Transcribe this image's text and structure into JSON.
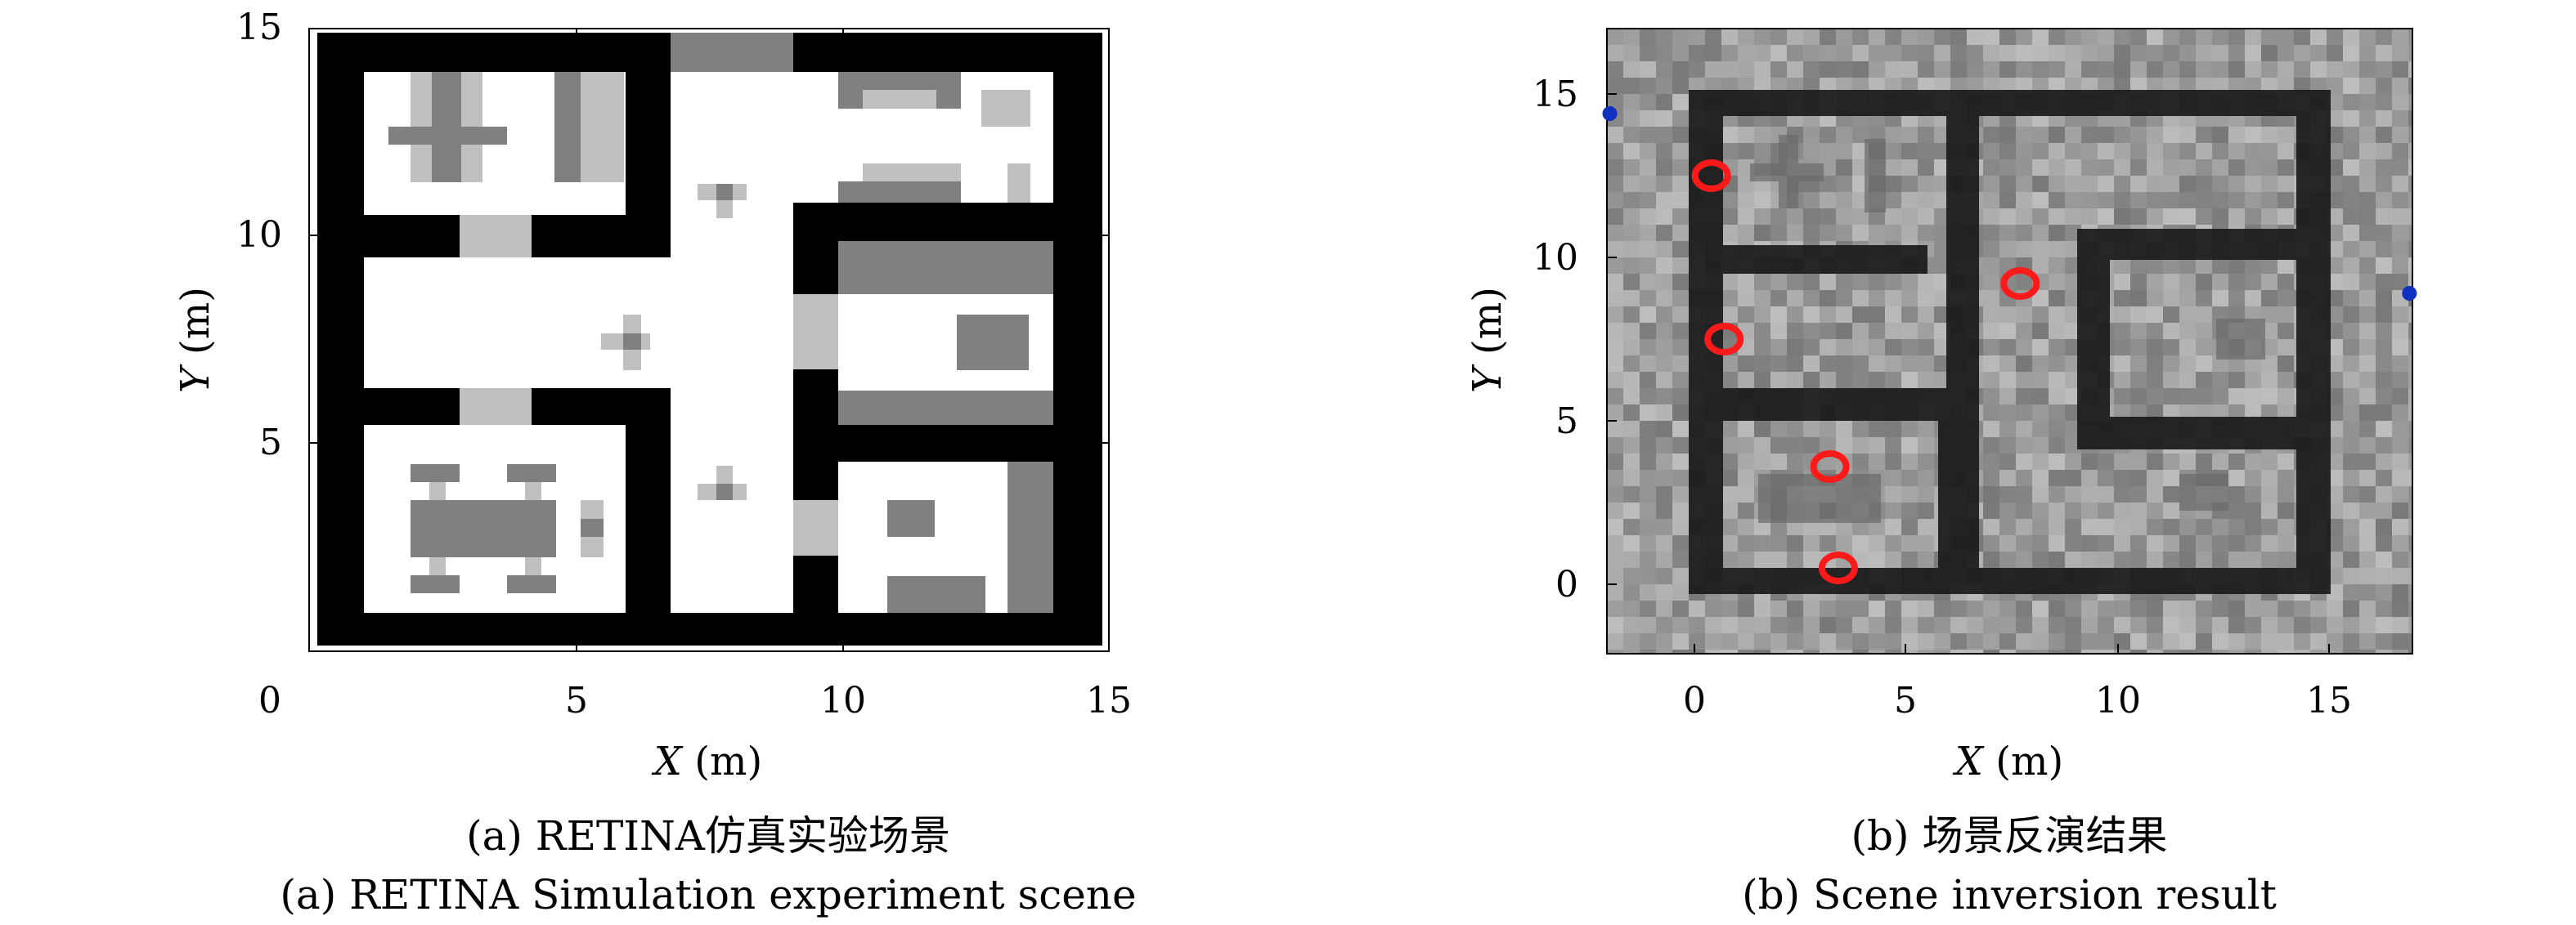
{
  "panel_a": {
    "x_ticks": [
      "0",
      "5",
      "10",
      "15"
    ],
    "y_ticks": [
      "5",
      "10",
      "15"
    ],
    "xlabel_var": "X",
    "xlabel_unit": " (m)",
    "ylabel_var": "Y",
    "ylabel_unit": " (m)",
    "caption_cn": "(a) RETINA仿真实验场景",
    "caption_en": "(a) RETINA Simulation experiment scene"
  },
  "panel_b": {
    "x_ticks": [
      "0",
      "5",
      "10",
      "15"
    ],
    "y_ticks": [
      "0",
      "5",
      "10",
      "15"
    ],
    "xlabel_var": "X",
    "xlabel_unit": " (m)",
    "ylabel_var": "Y",
    "ylabel_unit": " (m)",
    "caption_cn": "(b) 场景反演结果",
    "caption_en": "(b) Scene inversion result",
    "markers": [
      {
        "x": 0.4,
        "y": 12.5
      },
      {
        "x": 0.7,
        "y": 7.5
      },
      {
        "x": 3.2,
        "y": 3.6
      },
      {
        "x": 3.4,
        "y": 0.5
      },
      {
        "x": 7.7,
        "y": 9.2
      }
    ],
    "sensor_points": [
      {
        "x": -2.0,
        "y": 14.4
      },
      {
        "x": 16.9,
        "y": 8.9
      }
    ]
  },
  "colors": {
    "wall": "#000000",
    "floor": "#ffffff",
    "furniture_dark": "#808080",
    "furniture_light": "#c0c0c0",
    "marker": "#ff1a1a",
    "sensor": "#1030c0",
    "noise_base": "#9a9a9a"
  }
}
